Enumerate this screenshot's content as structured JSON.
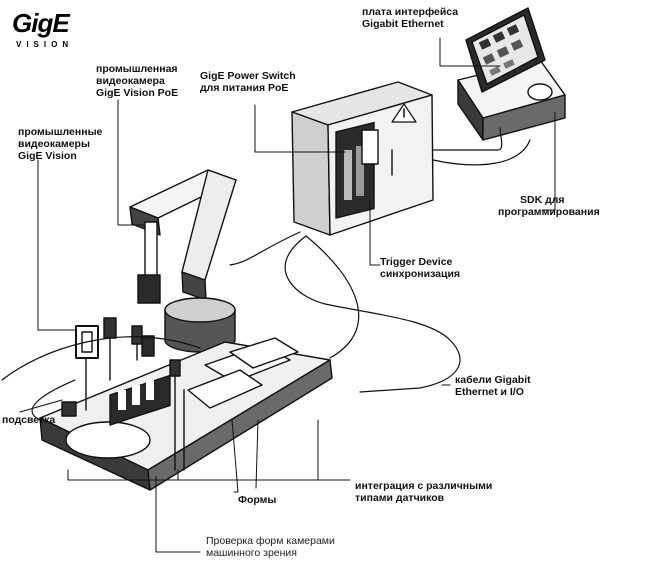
{
  "logo": {
    "main": "GigE",
    "sub": "VISION"
  },
  "labels": {
    "interface_card": [
      "плата интерфейса",
      "Gigabit Ethernet"
    ],
    "poe_camera": [
      "промышленная",
      "видеокамера",
      "GigE Vision PoE"
    ],
    "poe_switch": [
      "GigE Power Switch",
      "для питания PoE"
    ],
    "gige_cameras": [
      "промышленные",
      "видеокамеры",
      "GigE Vision"
    ],
    "sdk": [
      "SDK для",
      "программирования"
    ],
    "trigger": [
      "Trigger Device",
      "синхронизация"
    ],
    "cables": [
      "кабели Gigabit",
      "Ethernet и I/O"
    ],
    "lighting": [
      "подсветка"
    ],
    "sensors": [
      "интеграция с различными",
      "типами датчиков"
    ],
    "forms": [
      "Формы"
    ],
    "inspection": [
      "Проверка форм камерами",
      "машинного зрения"
    ]
  }
}
